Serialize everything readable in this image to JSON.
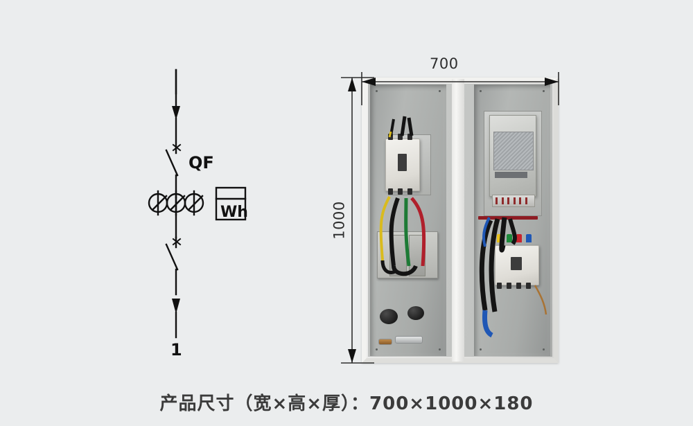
{
  "background_color": "#ebedee",
  "caption": {
    "text": "产品尺寸（宽×高×厚）：700×1000×180",
    "color": "#3b3b3b"
  },
  "schematic": {
    "name": "single-line-circuit-diagram",
    "labels": {
      "breaker": "QF",
      "meter": "Wh",
      "outgoing": "1"
    },
    "elements": [
      "incoming-arrow",
      "isolating-switch-upper",
      "current-transformers",
      "energy-meter",
      "isolating-switch-lower",
      "outgoing-arrow"
    ],
    "ct_count": 3,
    "line_color": "#111111"
  },
  "dimensions": {
    "width_label": "700",
    "height_label": "1000",
    "unit": "mm",
    "line_color": "#2e2e2e"
  },
  "photo": {
    "name": "distribution-cabinet-photo",
    "description": "双门配电箱内部",
    "compartments": [
      {
        "name": "left-compartment",
        "devices": [
          "molded-case-circuit-breaker",
          "current-transformer-block",
          "cable-grommet",
          "grounding-hardware"
        ]
      },
      {
        "name": "right-compartment",
        "devices": [
          "energy-meter",
          "terminal-block",
          "four-pole-circuit-breaker"
        ]
      }
    ],
    "phase_colors": {
      "L1": "#e8c11c",
      "L2": "#1d8a3a",
      "L3": "#c8232c",
      "N": "#1f57b5"
    },
    "cabinet_color": "#ececeb"
  }
}
